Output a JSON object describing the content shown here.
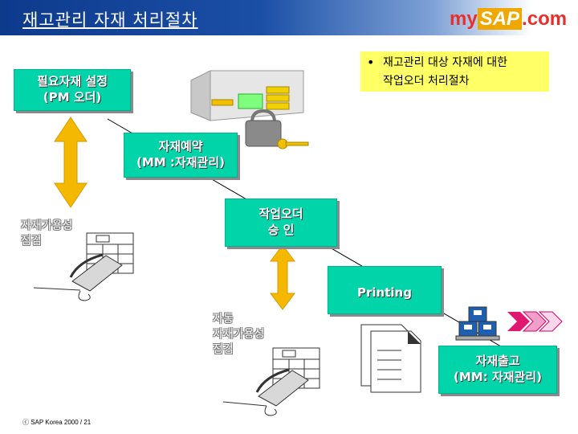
{
  "header": {
    "title": "재고관리 자재 처리절차",
    "logo": {
      "my": "my",
      "sap": "SAP",
      "com": ".com"
    }
  },
  "colors": {
    "header_blue": "#0e3a8c",
    "box_green": "#00d4a8",
    "note_yellow": "#ffff66",
    "arrow_orange": "#f5b800"
  },
  "bullet": {
    "line1": "재고관리 대상 자재에 대한",
    "line2": "작업오더 처리절차"
  },
  "nodes": {
    "requirement": {
      "line1": "필요자재 설정",
      "line2": "(PM 오더)"
    },
    "reservation": {
      "line1": "자재예약",
      "line2": "(MM :자재관리)"
    },
    "approval": {
      "line1": "작업오더",
      "line2": "승      인"
    },
    "printing": {
      "line1": "Printing"
    },
    "goods_issue": {
      "line1": "자재출고",
      "line2": "(MM: 자재관리)"
    }
  },
  "labels": {
    "availability_check": {
      "line1": "자재가용성",
      "line2": "점검"
    },
    "auto_check": {
      "line1": "자동",
      "line2": "자재가용성",
      "line3": "점검"
    }
  },
  "icons": [
    "warehouse-icon",
    "padlock-icon",
    "key-icon",
    "calendar-icon",
    "telephone-icon",
    "document-stack-icon",
    "pallet-boxes-icon",
    "chevron-arrows-icon"
  ],
  "footer": {
    "copyright": "ⓒ SAP Korea 2000 /  21"
  }
}
